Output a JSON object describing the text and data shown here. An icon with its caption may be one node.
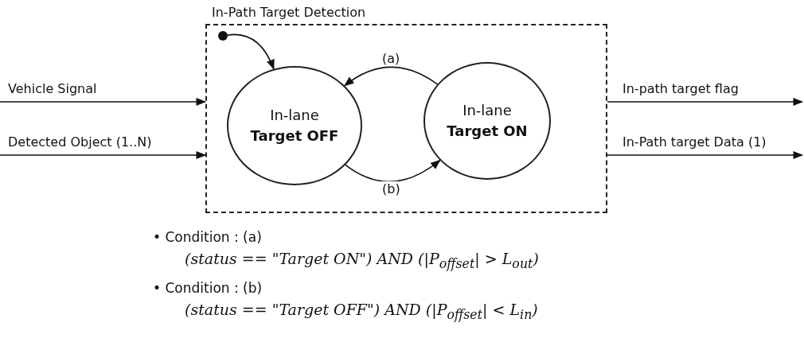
{
  "diagram": {
    "nodes": [
      {
        "text": [
          "In-Path Target Detection"
        ]
      },
      {
        "text": [],
        "shape": "circle",
        "in": 0
      },
      {
        "text": [
          "In-lane",
          "Target OFF"
        ],
        "in": 0
      },
      {
        "text": [
          "In-lane",
          "Target ON"
        ],
        "in": 0
      }
    ],
    "edges": [
      {
        "from": null,
        "to": 0,
        "arrow": "to",
        "label": "Vehicle Signal"
      },
      {
        "from": null,
        "to": 0,
        "arrow": "to",
        "label": "Detected Object (1..N)"
      },
      {
        "from": 1,
        "to": 2,
        "arrow": "to"
      },
      {
        "from": 3,
        "to": 2,
        "arrow": "to",
        "label": "(a)"
      },
      {
        "from": 2,
        "to": 3,
        "arrow": "to",
        "label": "(b)"
      },
      {
        "from": 0,
        "to": null,
        "arrow": "to",
        "label": "In-path target flag"
      },
      {
        "from": 0,
        "to": null,
        "arrow": "to",
        "label": "In-Path target Data (1)"
      }
    ],
    "labels": [
      "• Condition : (a)",
      "(status == \"Target ON\") AND (|P$_{offset}$| > L$_{out}$)",
      "• Condition : (b)",
      "(status == \"Target OFF\") AND (|P$_{offset}$| < L$_{in}$)"
    ]
  }
}
